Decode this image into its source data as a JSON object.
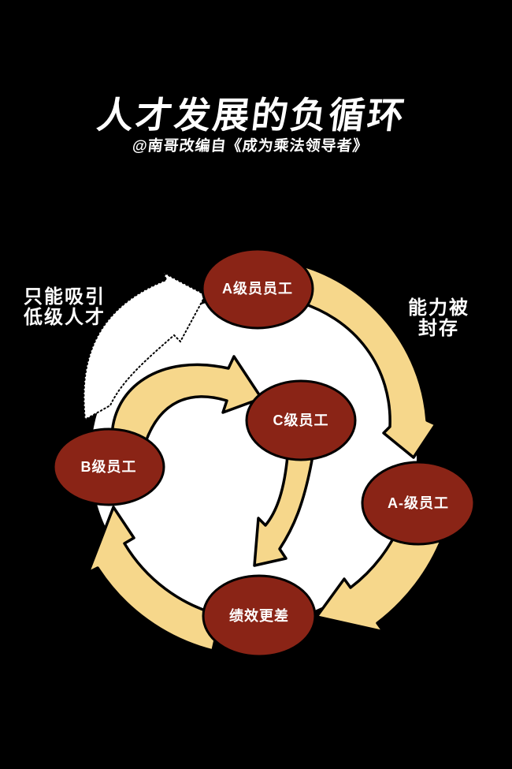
{
  "header": {
    "title": "人才发展的负循环",
    "subtitle": "@南哥改编自《成为乘法领导者》"
  },
  "diagram": {
    "nodes": [
      {
        "id": "node-a",
        "label": "A级员员工"
      },
      {
        "id": "node-c",
        "label": "C级员工"
      },
      {
        "id": "node-b",
        "label": "B级员工"
      },
      {
        "id": "node-aminus",
        "label": "A-级员工"
      },
      {
        "id": "node-worse",
        "label": "绩效更差"
      }
    ],
    "annotations": [
      {
        "id": "annotation-left",
        "lines": [
          "只能吸引",
          "低级人才"
        ]
      },
      {
        "id": "annotation-right",
        "lines": [
          "能力被",
          "封存"
        ]
      }
    ],
    "edges": [
      {
        "from": "A级员员工",
        "to": "A-级员工",
        "style": "solid-yellow"
      },
      {
        "from": "A-级员工",
        "to": "绩效更差",
        "style": "solid-yellow"
      },
      {
        "from": "绩效更差",
        "to": "B级员工",
        "style": "solid-yellow"
      },
      {
        "from": "B级员工",
        "to": "C级员工",
        "style": "solid-yellow"
      },
      {
        "from": "C级员工",
        "to": "绩效更差",
        "style": "solid-yellow"
      },
      {
        "from": "B级员工",
        "to": "A级员员工",
        "style": "dotted-white"
      }
    ],
    "colors": {
      "background": "#000000",
      "node_fill": "#8A2416",
      "node_stroke": "#000000",
      "arrow_fill": "#F6D78B",
      "ring_inner": "#FFFFFF",
      "text": "#FFFFFF"
    }
  }
}
